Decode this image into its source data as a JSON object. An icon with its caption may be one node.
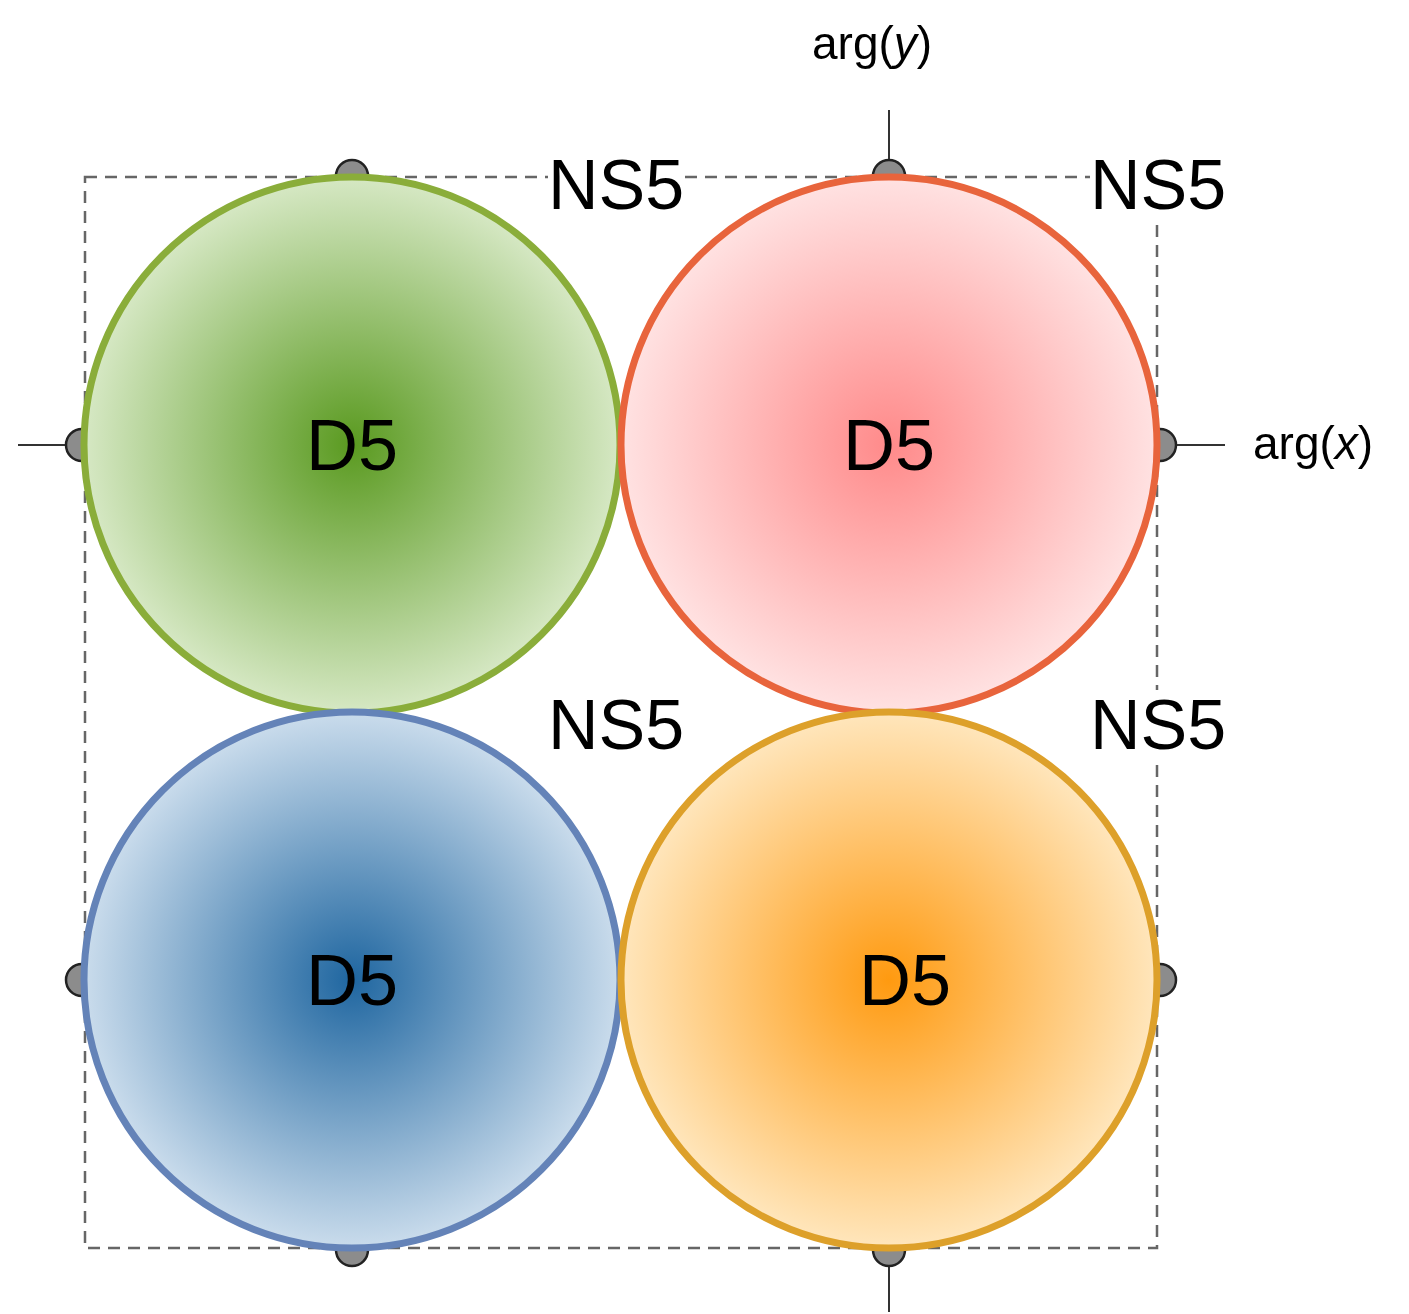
{
  "diagram": {
    "nodes": [
      {
        "text": [
          "D5"
        ]
      },
      {
        "text": [
          "D5"
        ]
      },
      {
        "text": [
          "D5"
        ]
      },
      {
        "text": [
          "D5"
        ]
      }
    ],
    "labels": [
      "arg(*y*)",
      "NS5",
      "NS5",
      "arg(*x*)",
      "NS5",
      "NS5"
    ]
  }
}
